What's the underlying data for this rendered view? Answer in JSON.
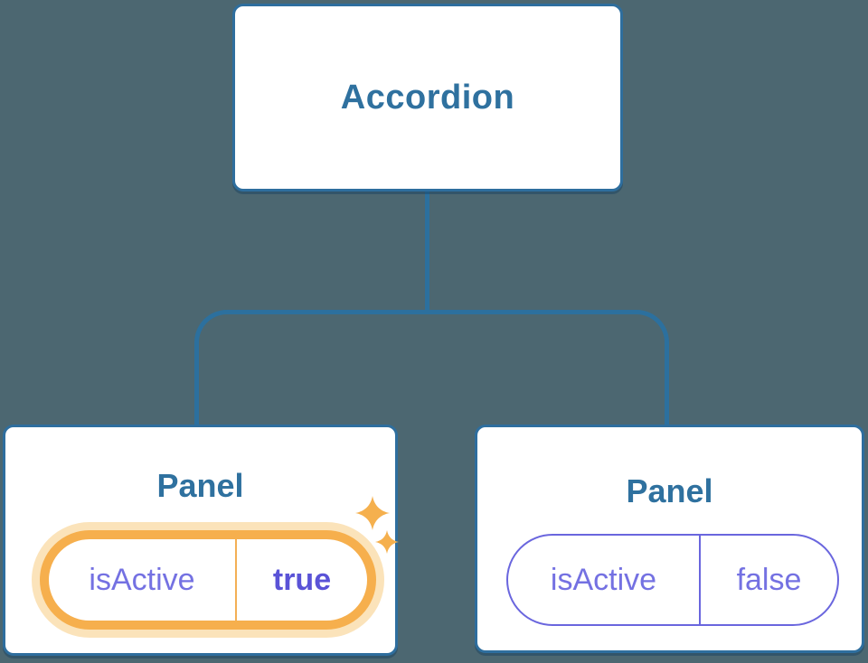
{
  "diagram": {
    "root": {
      "label": "Accordion"
    },
    "panels": [
      {
        "title": "Panel",
        "prop": {
          "name": "isActive",
          "value": "true"
        },
        "state": "active",
        "icon": "sparkles-icon"
      },
      {
        "title": "Panel",
        "prop": {
          "name": "isActive",
          "value": "false"
        },
        "state": "inactive"
      }
    ],
    "colors": {
      "background": "#4C6771",
      "node_background": "#FFFFFF",
      "node_border_blue": "#2E6E9E",
      "node_title_blue": "#2F719F",
      "connector_blue": "#2C709E",
      "highlight_orange": "#F6AF4D",
      "highlight_halo_orange": "#FBE3BA",
      "sparkle_orange": "#F5B04E",
      "prop_text_purple": "#7471E2",
      "prop_value_bold_purple": "#5A53D7",
      "pill_border_purple": "#6A66DE"
    }
  }
}
